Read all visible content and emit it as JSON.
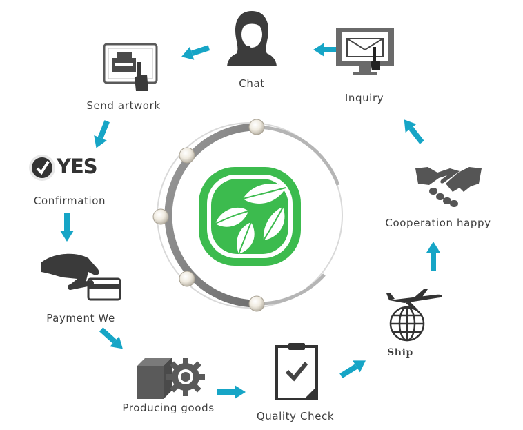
{
  "colors": {
    "arrow": "#16a5c6",
    "icon_dark": "#5a5a5a",
    "logo_green": "#3cbb4e",
    "ring": "#8a8a8a"
  },
  "steps": [
    {
      "id": "chat",
      "label": "Chat",
      "icon": "headset-agent-icon"
    },
    {
      "id": "inquiry",
      "label": "Inquiry",
      "icon": "monitor-mail-icon"
    },
    {
      "id": "send_artwork",
      "label": "Send artwork",
      "icon": "fax-touch-icon"
    },
    {
      "id": "confirmation",
      "label": "Confirmation",
      "icon": "yes-icon",
      "badge_text": "YES"
    },
    {
      "id": "payment",
      "label": "Payment We",
      "icon": "hand-card-icon"
    },
    {
      "id": "producing",
      "label": "Producing goods",
      "icon": "box-gear-icon"
    },
    {
      "id": "quality",
      "label": "Quality Check",
      "icon": "clipboard-check-icon"
    },
    {
      "id": "ship",
      "label": "Ship",
      "icon": "plane-globe-icon"
    },
    {
      "id": "cooperation",
      "label": "Cooperation happy",
      "icon": "handshake-icon"
    }
  ],
  "center": {
    "icon": "green-leaves-logo"
  }
}
